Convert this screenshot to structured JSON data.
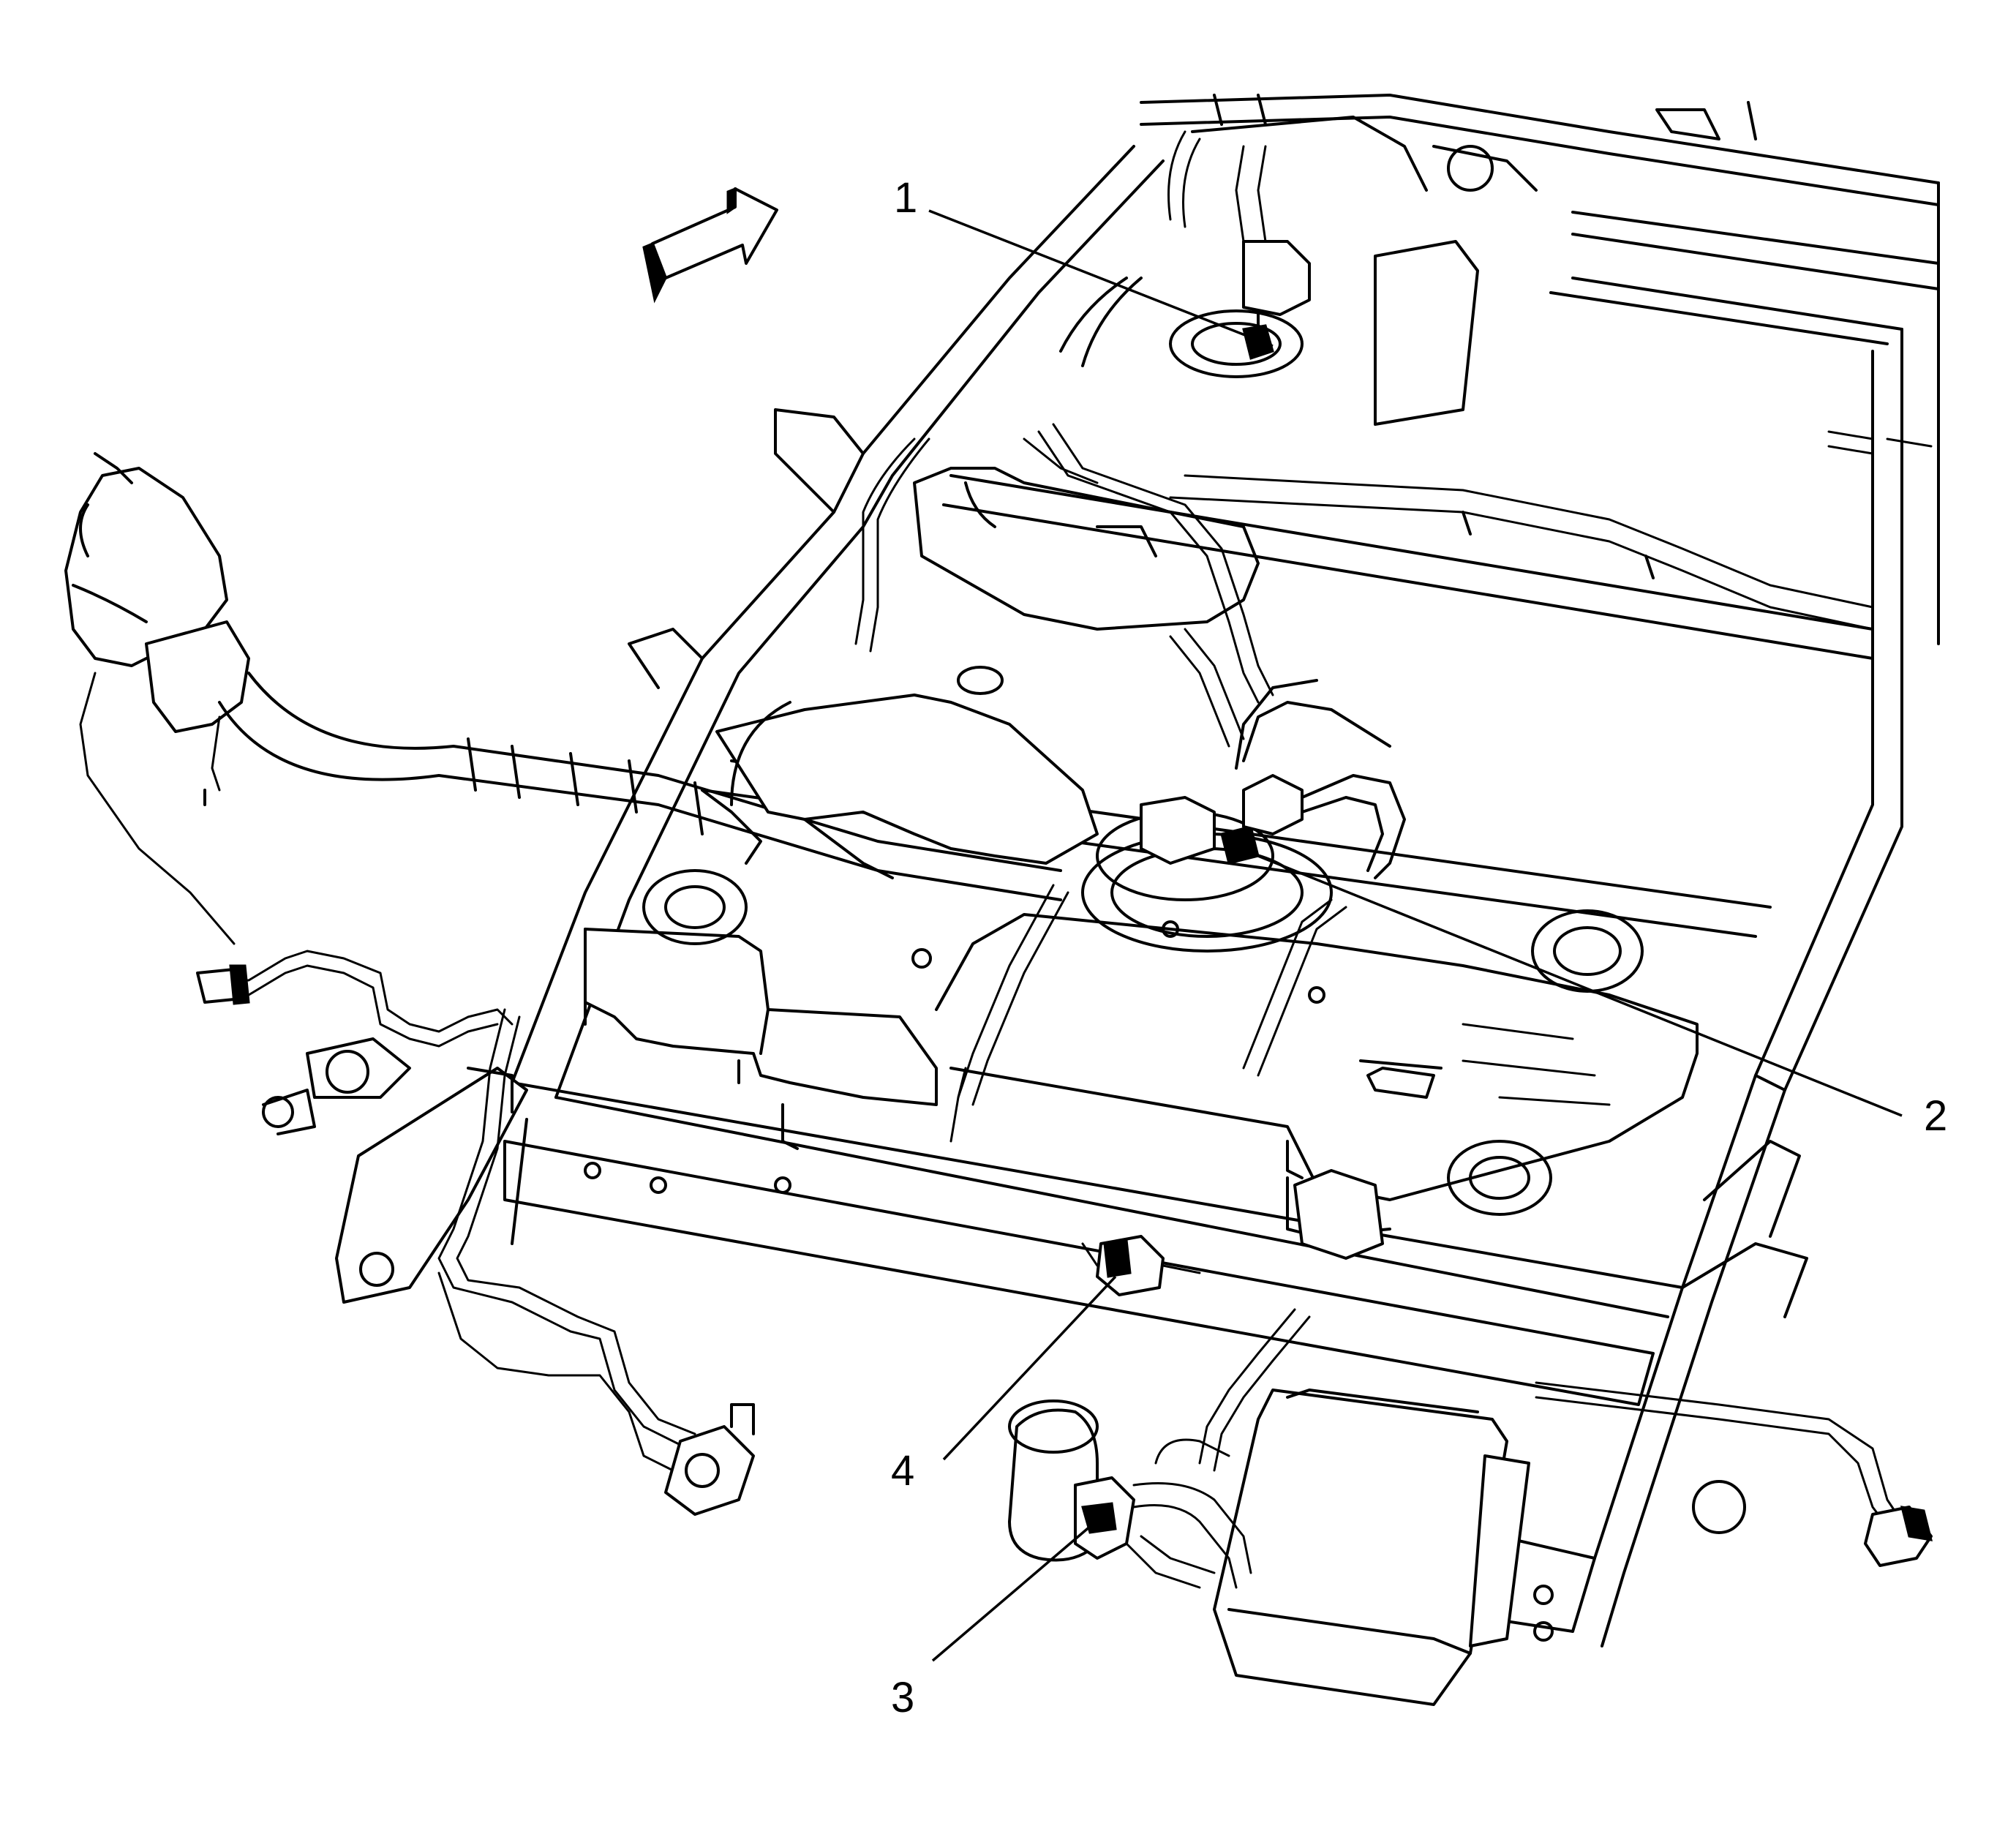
{
  "callouts": [
    {
      "label": "1"
    },
    {
      "label": "2"
    },
    {
      "label": "3"
    },
    {
      "label": "4"
    }
  ],
  "colors": {
    "line": "#000000",
    "background": "#ffffff"
  },
  "icons": [
    "direction-arrow-icon"
  ]
}
